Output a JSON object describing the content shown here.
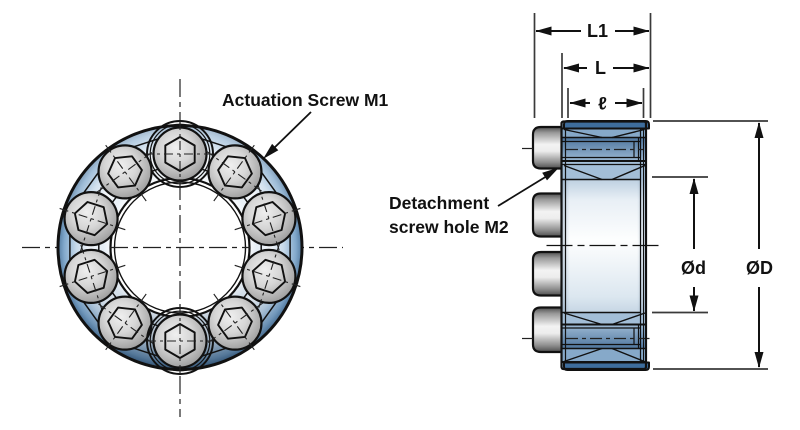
{
  "figure": {
    "type": "technical-drawing",
    "subject": "Locking assembly ring with actuation screws, front view and side section view"
  },
  "annotations": {
    "actuation_screw": "Actuation Screw M1",
    "detachment_line1": "Detachment",
    "detachment_line2": "screw hole M2"
  },
  "dimensions": {
    "overall_length": "L1",
    "outer_ring_length": "L",
    "inner_ring_length": "ℓ",
    "inner_diameter": "Ød",
    "outer_diameter": "ØD"
  },
  "front_view": {
    "screw_count": 10
  },
  "side_view": {
    "visible_screw_heads": 4
  },
  "colors": {
    "line": "#111111",
    "steel_dark": "#3e6d9c",
    "steel_mid": "#6b92b8",
    "taper_light": "#a3bed7",
    "taper_mid": "#86a9c9",
    "band_light": "#dbe7f1",
    "bore_light": "#fbfdfe",
    "screw_gray": "#c9c9c9",
    "background": "#ffffff"
  }
}
